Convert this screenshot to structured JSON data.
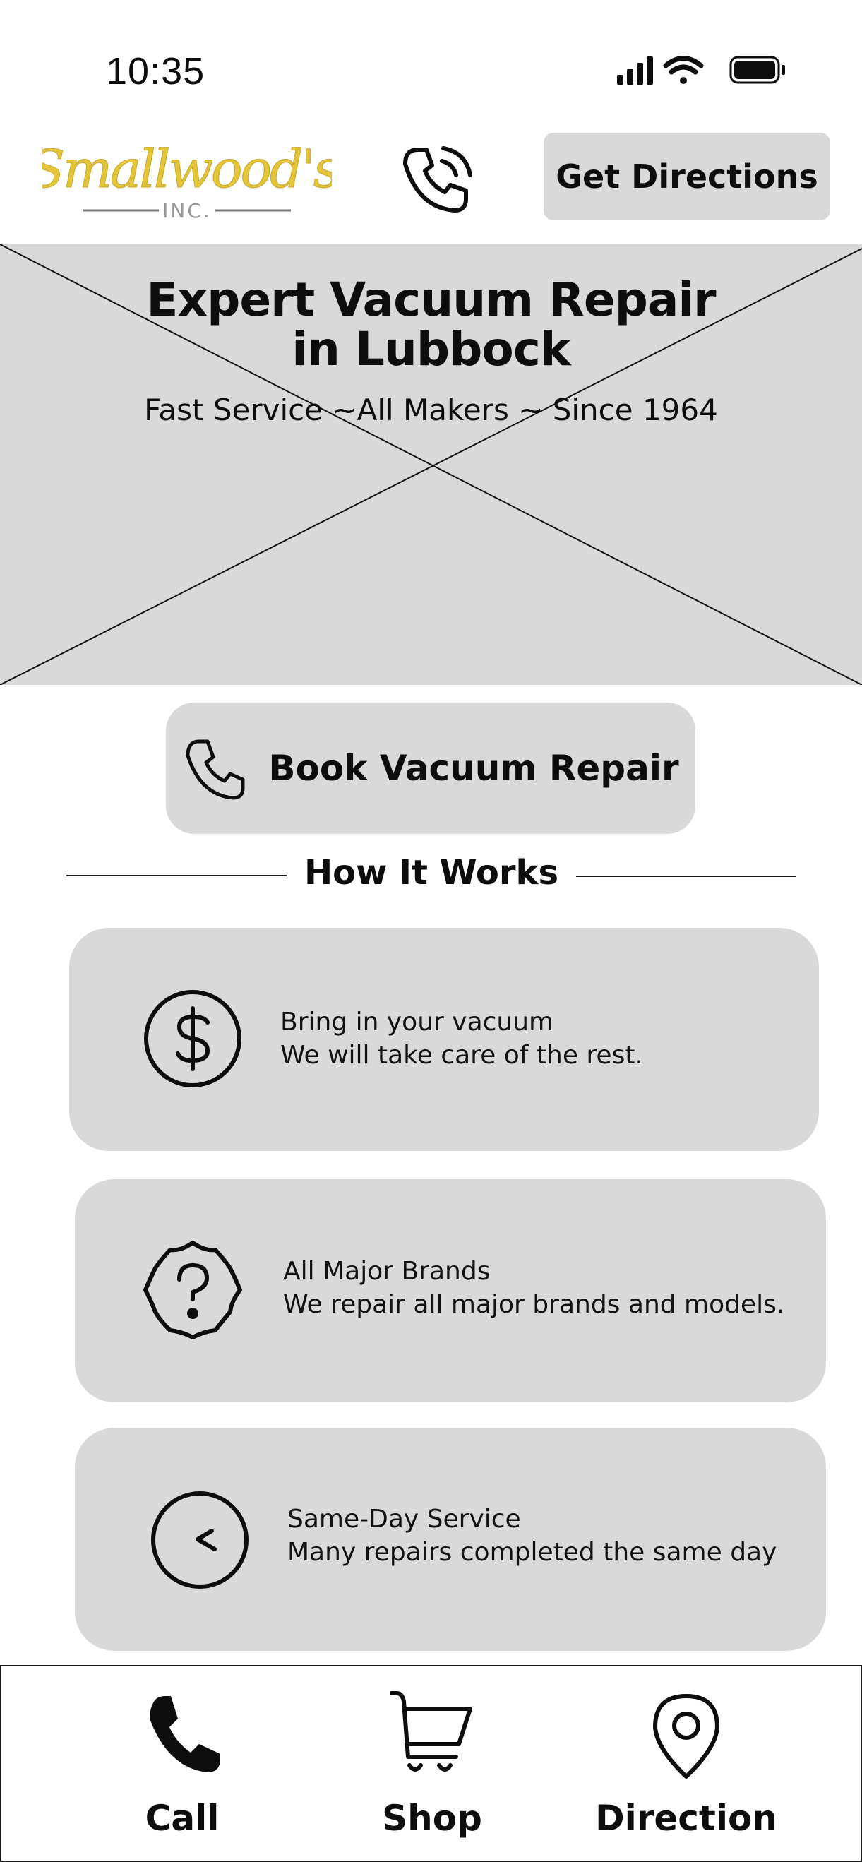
{
  "status_bar": {
    "time": "10:35",
    "icons": [
      "signal-icon",
      "wifi-icon",
      "battery-icon"
    ]
  },
  "header": {
    "logo_text": "Smallwood's",
    "logo_subtext": "INC.",
    "phone_icon": "phone-ringing-icon",
    "directions_label": "Get Directions"
  },
  "hero": {
    "title_line1": "Expert Vacuum Repair",
    "title_line2": "in Lubbock",
    "subtitle": "Fast Service ~All Makers ~ Since 1964"
  },
  "book_button": {
    "label": "Book Vacuum Repair",
    "icon": "phone-icon"
  },
  "how_it_works": {
    "heading": "How It Works",
    "cards": [
      {
        "icon": "dollar-icon",
        "title": "Bring in your vacuum",
        "text": "We will take care of the rest."
      },
      {
        "icon": "question-badge-icon",
        "title": "All Major Brands",
        "text": "We repair all major brands and models."
      },
      {
        "icon": "clock-icon",
        "title": "Same-Day Service",
        "text": "Many repairs completed the same day"
      }
    ]
  },
  "bottom_nav": {
    "items": [
      {
        "label": "Call",
        "icon": "phone-icon"
      },
      {
        "label": "Shop",
        "icon": "cart-icon"
      },
      {
        "label": "Direction",
        "icon": "map-pin-icon"
      }
    ]
  },
  "colors": {
    "panel_gray": "#d9d9d9",
    "ink": "#0d0d0d",
    "logo_gold": "#e3c53a",
    "background": "#ffffff"
  }
}
